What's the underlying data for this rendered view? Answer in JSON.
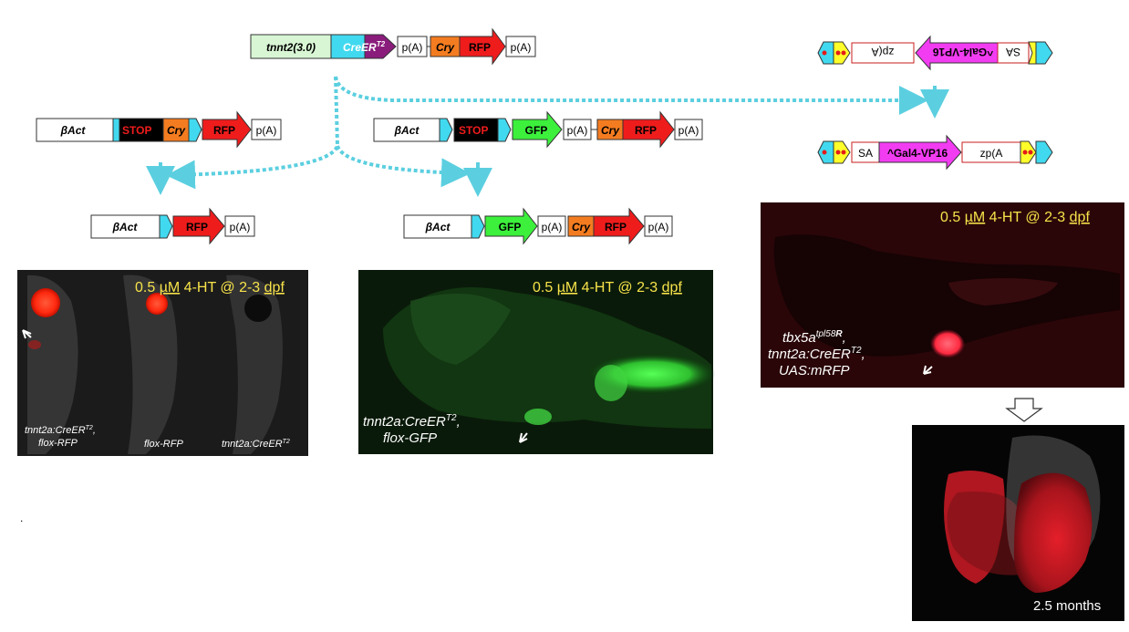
{
  "constructs": {
    "driver": {
      "promoter": "tnnt2(3.0)",
      "cre": "CreER",
      "cre_sup": "T2",
      "pa": "p(A)",
      "cry": "Cry",
      "rfp": "RFP",
      "pa2": "p(A)"
    },
    "flox_rfp": {
      "promoter": "βAct",
      "stop": "STOP",
      "cry": "Cry",
      "rfp": "RFP",
      "pa": "p(A)"
    },
    "flox_gfp": {
      "promoter": "βAct",
      "stop": "STOP",
      "gfp": "GFP",
      "pa": "p(A)",
      "cry": "Cry",
      "rfp": "RFP",
      "pa2": "p(A)"
    },
    "recomb_rfp": {
      "promoter": "βAct",
      "rfp": "RFP",
      "pa": "p(A)"
    },
    "recomb_gfp": {
      "promoter": "βAct",
      "gfp": "GFP",
      "pa": "p(A)",
      "cry": "Cry",
      "rfp": "RFP",
      "pa2": "p(A)"
    },
    "gal4_inverted": {
      "sa": "SA",
      "gal4": "^Gal4-VP16",
      "zpa": "zp(A"
    },
    "gal4_flipped": {
      "sa": "SA",
      "gal4": "^Gal4-VP16",
      "zpa": "zp(A"
    }
  },
  "panels": {
    "left": {
      "title_pre": "0.5 ",
      "title_unit": "µM",
      "title_post": " 4-HT @ 2-3 ",
      "title_dpf": "dpf",
      "captions": [
        {
          "line1": "tnnt2a:CreER",
          "sup": "T2",
          "line1_end": ",",
          "line2": "flox-RFP"
        },
        {
          "line1": "flox-RFP"
        },
        {
          "line1": "tnnt2a:CreER",
          "sup": "T2"
        }
      ]
    },
    "middle": {
      "title_pre": "0.5 ",
      "title_unit": "µM",
      "title_post": " 4-HT @ 2-3 ",
      "title_dpf": "dpf",
      "caption": {
        "line1": "tnnt2a:CreER",
        "sup": "T2",
        "line1_end": ",",
        "line2": "flox-GFP"
      }
    },
    "right": {
      "title_pre": "0.5 ",
      "title_unit": "µM",
      "title_post": " 4-HT @ 2-3 ",
      "title_dpf": "dpf",
      "caption": {
        "line1": "tbx5a",
        "line1_sup": "tpl58",
        "line1_tail": "R",
        "line1_end": ",",
        "line2": "tnnt2a:CreER",
        "line2_sup": "T2",
        "line2_end": ",",
        "line3": "UAS:mRFP"
      }
    },
    "heart": {
      "caption": "2.5 months"
    }
  },
  "misc": {
    "dot": "."
  },
  "colors": {
    "cyan": "#41d9ef",
    "purple": "#8a1c7c",
    "orange": "#f47c20",
    "red": "#ef1c1c",
    "green": "#3cf03c",
    "magenta": "#f23cf2",
    "yellow": "#ffff2a",
    "promoter_green": "#d8f6d4",
    "stop_black": "#000000",
    "arrow_cyan": "#5bcfe0",
    "micro_title": "#f7e34a"
  }
}
